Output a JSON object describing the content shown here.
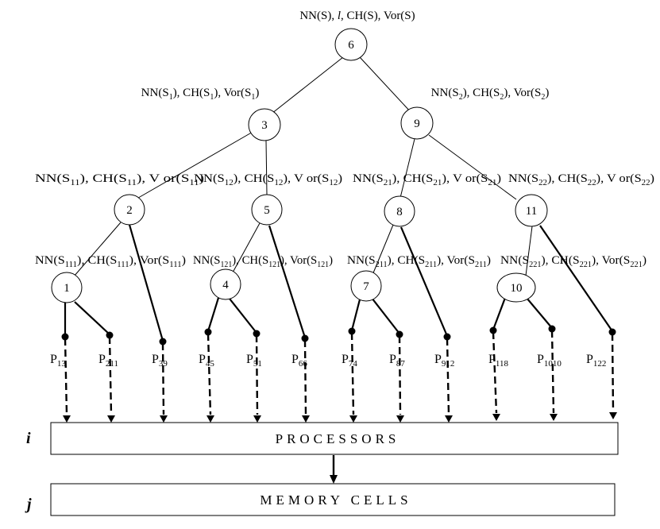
{
  "top_label": [
    "NN(S), ",
    "l",
    ", CH(S), Vor(S)"
  ],
  "level1_labels": [
    [
      "NN(S",
      "1",
      "), CH(S",
      "1",
      "), Vor(S",
      "1",
      ")"
    ],
    [
      "NN(S",
      "2",
      "), CH(S",
      "2",
      "), Vor(S",
      "2",
      ")"
    ]
  ],
  "level2_labels": [
    [
      "NN(S",
      "11",
      "), CH(S",
      "11",
      "), V or(S",
      "11",
      ")"
    ],
    [
      "NN(S",
      "12",
      "), CH(S",
      "12",
      "), V or(S",
      "12",
      ")"
    ],
    [
      "NN(S",
      "21",
      "), CH(S",
      "21",
      "), V or(S",
      "21",
      ")"
    ],
    [
      "NN(S",
      "22",
      "), CH(S",
      "22",
      "), V or(S",
      "22",
      ")"
    ]
  ],
  "level3_labels": [
    [
      "NN(S",
      "111",
      "), CH(S",
      "111",
      "), Vor(S",
      "111",
      ")"
    ],
    [
      "NN(S",
      "121",
      "), CH(S",
      "121",
      "), Vor(S",
      "121",
      ")"
    ],
    [
      "NN(S",
      "211",
      "), CH(S",
      "211",
      "), Vor(S",
      "211",
      ")"
    ],
    [
      "NN(S",
      "221",
      "), CH(S",
      "221",
      "), Vor(S",
      "221",
      ")"
    ]
  ],
  "nodes": [
    "6",
    "3",
    "9",
    "2",
    "5",
    "8",
    "11",
    "1",
    "4",
    "7",
    "10"
  ],
  "leaves": [
    [
      "P",
      "13"
    ],
    [
      "P",
      "211"
    ],
    [
      "P",
      "39"
    ],
    [
      "P",
      "45"
    ],
    [
      "P",
      "51"
    ],
    [
      "P",
      "66"
    ],
    [
      "P",
      "74"
    ],
    [
      "P",
      "87"
    ],
    [
      "P",
      "912"
    ],
    [
      "P",
      "118"
    ],
    [
      "P",
      "1010"
    ],
    [
      "P",
      "122"
    ]
  ],
  "processors_label": "PROCESSORS",
  "memory_label": "MEMORY CELLS",
  "side_labels": {
    "processors": "i",
    "memory": "j"
  }
}
